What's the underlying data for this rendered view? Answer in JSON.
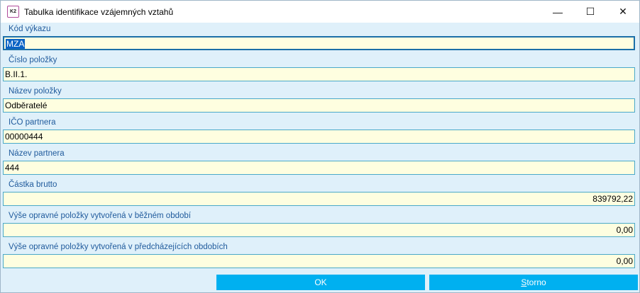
{
  "window": {
    "title": "Tabulka identifikace vzájemných vztahů",
    "icon_label": "K2",
    "controls": {
      "minimize": "—",
      "maximize": "☐",
      "close": "✕"
    }
  },
  "fields": [
    {
      "label": "Kód výkazu",
      "value": "MZA",
      "align": "left",
      "selected": true
    },
    {
      "label": "Číslo položky",
      "value": "B.II.1.",
      "align": "left"
    },
    {
      "label": "Název položky",
      "value": "Odběratelé",
      "align": "left"
    },
    {
      "label": "IČO partnera",
      "value": "00000444",
      "align": "left"
    },
    {
      "label": "Název partnera",
      "value": "444",
      "align": "left"
    },
    {
      "label": "Částka brutto",
      "value": "839792,22",
      "align": "right"
    },
    {
      "label": "Výše opravné položky vytvořená v běžném období",
      "value": "0,00",
      "align": "right"
    },
    {
      "label": "Výše opravné položky vytvořená v předcházejících obdobích",
      "value": "0,00",
      "align": "right"
    }
  ],
  "buttons": {
    "ok": "OK",
    "cancel_first": "S",
    "cancel_rest": "torno"
  },
  "colors": {
    "background": "#dff0fa",
    "input_background": "#fefee0",
    "input_border": "#4aa9c9",
    "label": "#1f5a9c",
    "button": "#00b0f0"
  }
}
